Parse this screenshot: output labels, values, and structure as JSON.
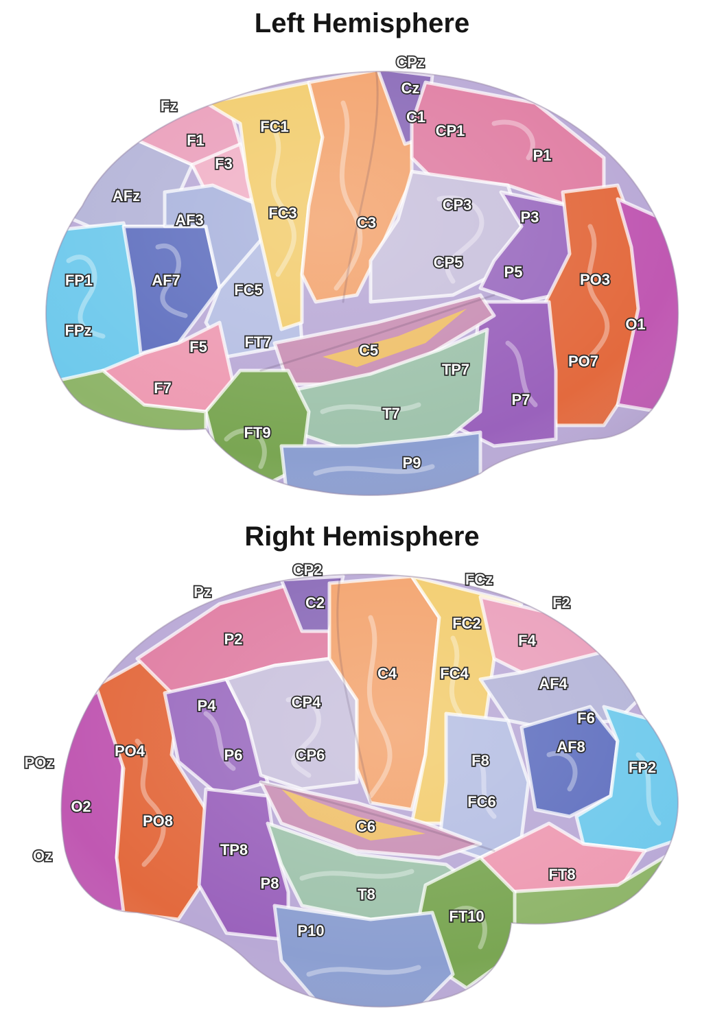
{
  "titles": {
    "left": "Left Hemisphere",
    "right": "Right Hemisphere"
  },
  "left_hemisphere": {
    "labels": [
      "CPz",
      "Cz",
      "C1",
      "Fz",
      "F1",
      "FC1",
      "CP1",
      "P1",
      "F3",
      "AFz",
      "AF3",
      "FC3",
      "C3",
      "CP3",
      "P3",
      "CP5",
      "P5",
      "FP1",
      "AF7",
      "FC5",
      "PO3",
      "FPz",
      "F5",
      "FT7",
      "C5",
      "O1",
      "TP7",
      "PO7",
      "F7",
      "T7",
      "P7",
      "FT9",
      "P9"
    ]
  },
  "right_hemisphere": {
    "labels": [
      "CP2",
      "FCz",
      "Pz",
      "C2",
      "F2",
      "FC2",
      "P2",
      "F4",
      "C4",
      "FC4",
      "AF4",
      "P4",
      "CP4",
      "F6",
      "AF8",
      "POz",
      "PO4",
      "P6",
      "CP6",
      "F8",
      "FP2",
      "O2",
      "FC6",
      "PO8",
      "C6",
      "Oz",
      "TP8",
      "FT8",
      "P8",
      "T8",
      "FT10",
      "P10"
    ]
  },
  "colors": {
    "prefrontal": "#6ec9ec",
    "frontal_pole_dark": "#5f6fbf",
    "frontal_lavender": "#a9b3dd",
    "frontal_pink": "#ea9fbb",
    "premotor_yellow": "#f2cc6c",
    "motor_orange": "#f3a36d",
    "central_purple": "#8a6ab8",
    "somatosensory_lilac": "#c9c1dd",
    "parietal_pink": "#e07ea3",
    "parietal_violet": "#9b6cc0",
    "parieto_occipital": "#e36a3e",
    "occipital_magenta": "#c058b2",
    "temporal_sage": "#9fc3ac",
    "temporal_green": "#7aa653",
    "inferior_temporal_blue": "#8c9fd1"
  }
}
